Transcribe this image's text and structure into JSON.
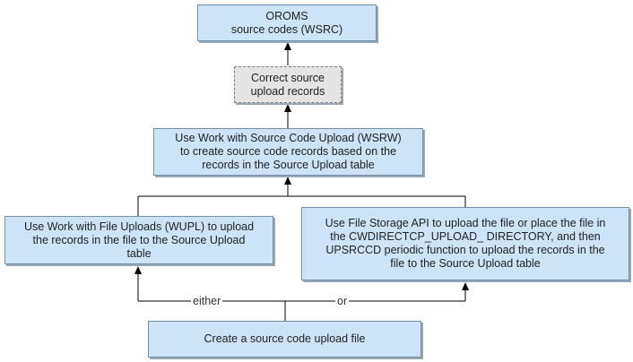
{
  "nodes": {
    "oroms": "OROMS\nsource codes (WSRC)",
    "correct": "Correct source\nupload records",
    "wsrw": "Use Work with Source Code Upload (WSRW)\nto create source code records based on the\nrecords in the Source Upload table",
    "wupl": "Use Work with File Uploads (WUPL) to upload\nthe records in the file to the Source Upload\ntable",
    "fileapi": "Use File Storage API to upload the file or place the file in\nthe CWDIRECTCP_UPLOAD_ DIRECTORY, and then\nUPSRCCD periodic function to upload the records in the\nfile to the Source Upload table",
    "create": "Create a source code upload file"
  },
  "edges": {
    "either": "either",
    "or": "or"
  }
}
